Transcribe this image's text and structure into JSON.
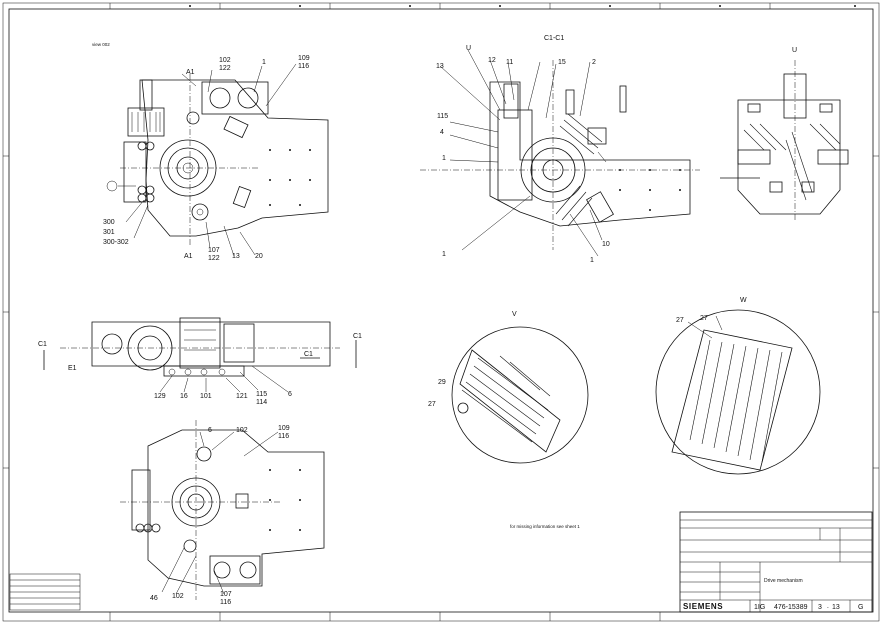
{
  "drawing": {
    "view_label_topleft": "view 002",
    "section_label": "C1-C1",
    "note": "for missing information see sheet 1",
    "callouts_view1": [
      "A1",
      "102",
      "122",
      "1",
      "109",
      "116",
      "300",
      "301",
      "300-302",
      "A1",
      "107",
      "122",
      "13",
      "20"
    ],
    "callouts_view2": [
      "U",
      "12",
      "11",
      "13",
      "15",
      "2",
      "115",
      "4",
      "1",
      "1",
      "10",
      "1"
    ],
    "callouts_view3": [
      "C1",
      "E1",
      "C1",
      "C1",
      "129",
      "16",
      "101",
      "121",
      "115",
      "114",
      "6"
    ],
    "callouts_view4": [
      "6",
      "102",
      "109",
      "116",
      "46",
      "102",
      "107",
      "116"
    ],
    "callouts_details": [
      "V",
      "U",
      "27",
      "29",
      "27",
      "W",
      "27"
    ]
  },
  "title_block": {
    "company": "SIEMENS",
    "title": "Drive mechanism",
    "drawing_number": "476-15389",
    "prefix": "1IG",
    "sheet": "3",
    "sheets_total": "13",
    "revision": "G"
  }
}
